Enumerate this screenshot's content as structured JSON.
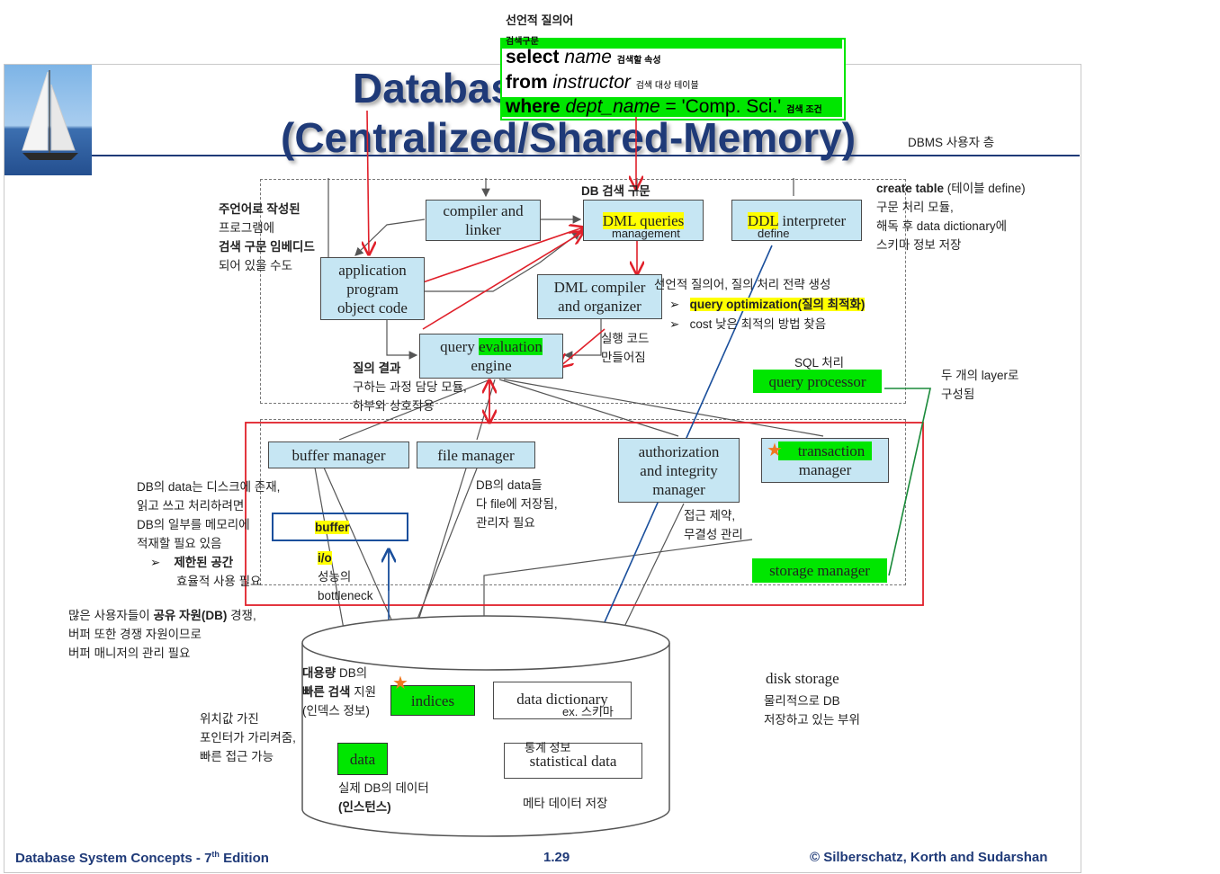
{
  "slide": {
    "title_line1": "Databas",
    "title_line2": "(Centralized/Shared-Memory)",
    "footer_left": "Database System Concepts - 7",
    "footer_left_sup": "th",
    "footer_left_tail": " Edition",
    "footer_page": "1.29",
    "footer_right": "© Silberschatz, Korth and Sudarshan"
  },
  "sql_query": {
    "heading": "선언적 질의어",
    "sub": "검색구문",
    "select_kw": "select",
    "select_arg": "name",
    "select_note": "검색할 속성",
    "from_kw": "from",
    "from_arg": "instructor",
    "from_note": "검색 대상 테이블",
    "where_kw": "where",
    "where_arg": "dept_name",
    "where_rest": " = 'Comp. Sci.'",
    "where_note": "검색 조건"
  },
  "components": {
    "compiler_linker": [
      "compiler and",
      "linker"
    ],
    "dml_queries": "DML queries",
    "dml_queries_note": "management",
    "ddl_interpreter_hl": "DDL",
    "ddl_interpreter_rest": " interpreter",
    "ddl_note": "define",
    "app_program": [
      "application",
      "program",
      "object code"
    ],
    "dml_compiler": [
      "DML compiler",
      "and organizer"
    ],
    "query_eval_a": "query",
    "query_eval_hl": "evaluation",
    "query_eval_b": "engine",
    "query_processor": "query processor",
    "buffer_manager": "buffer manager",
    "file_manager": "file manager",
    "auth_integrity": [
      "authorization",
      "and integrity",
      "manager"
    ],
    "transaction_manager_a": "transaction",
    "transaction_manager_b": "manager",
    "storage_manager": "storage manager",
    "buffer": "buffer",
    "indices": "indices",
    "data": "data",
    "data_dictionary": "data dictionary",
    "data_dictionary_note": "ex. 스키마",
    "statistical_data": "statistical data",
    "statistical_note": "통계 정보",
    "disk_storage": "disk storage"
  },
  "annotations": {
    "dbms_users": "DBMS 사용자 층",
    "db_search": "DB 검색 구문",
    "host_lang": [
      "주언어로 작성된",
      "프로그램에",
      "검색 구문 임베디드",
      "되어 있을 수도"
    ],
    "create_table_b": "create table",
    "create_table_rest": " (테이블 define)",
    "ddl_desc": [
      "구문 처리 모듈,",
      "해독 후 data dictionary에",
      "스키마 정보 저장"
    ],
    "dml_desc": "선언적 질의어, 질의 처리 전략 생성",
    "query_opt": "query optimization(질의 최적화)",
    "cost": "cost 낮은 최적의 방법 찾음",
    "exec_code": [
      "실행 코드",
      "만들어짐"
    ],
    "query_result_b": "질의 결과",
    "query_result": [
      "구하는 과정 담당 모듈,",
      "하부와 상호작용"
    ],
    "sql_proc": "SQL 처리",
    "two_layers": [
      "두 개의 layer로",
      "구성됨"
    ],
    "buffer_desc": [
      "DB의 data는 디스크에 존재,",
      "읽고 쓰고 처리하려면",
      "DB의 일부를 메모리에",
      "적재할 필요 있음"
    ],
    "limited_b": "제한된 공간",
    "limited_rest": "효율적 사용 필요",
    "file_desc": [
      "DB의 data들",
      "다 file에 저장됨,",
      "관리자 필요"
    ],
    "integrity_desc": [
      "접근 제약,",
      "무결성 관리"
    ],
    "io": "i/o",
    "io_desc": [
      "성능의",
      "bottleneck"
    ],
    "shared_res": [
      "많은 사용자들이 ",
      "공유 자원(DB)",
      " 경쟁,",
      "버퍼 또한 경쟁 자원이므로",
      "버퍼 매니저의 관리 필요"
    ],
    "index_desc_b1": "대용량",
    "index_desc_1": " DB의",
    "index_desc_b2": "빠른 검색",
    "index_desc_2": " 지원",
    "index_desc_3": "(인덱스 정보)",
    "pointer_desc": [
      "위치값 가진",
      "포인터가 가리켜줌,",
      "빠른 접근 가능"
    ],
    "instance_desc": "실제 DB의 데이터",
    "instance_b": "(인스턴스)",
    "meta_desc": "메타 데이터 저장",
    "physical_desc": [
      "물리적으로 DB",
      "저장하고 있는 부위"
    ]
  },
  "colors": {
    "highlight_green": "#00e600",
    "highlight_yellow": "#ffff00",
    "box_fill": "#c6e6f3",
    "arrow_red": "#e0202a",
    "arrow_blue": "#1a4f9c",
    "title_blue": "#1f3a78"
  }
}
